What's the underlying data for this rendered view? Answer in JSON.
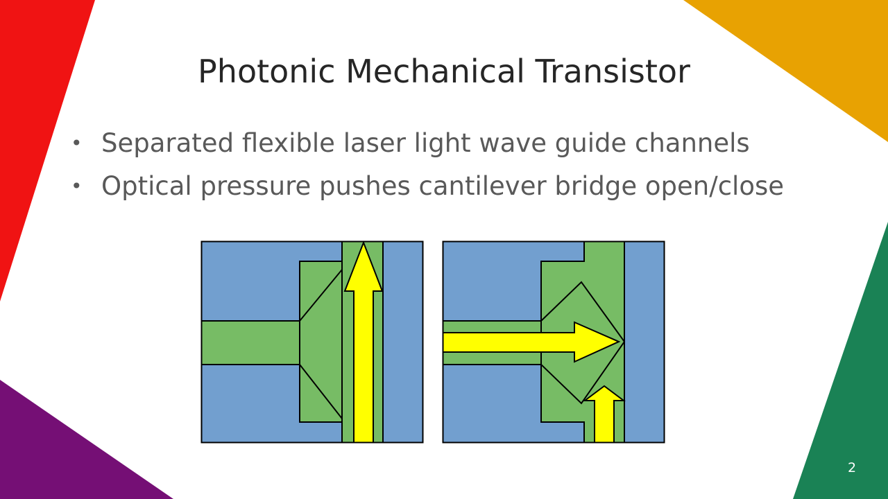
{
  "slide": {
    "title": "Photonic Mechanical Transistor",
    "bullets": [
      "Separated flexible laser light wave guide channels",
      "Optical pressure pushes cantilever bridge open/close"
    ],
    "page_number": "2"
  },
  "colors": {
    "deco_red": "#f01313",
    "deco_orange": "#e8a202",
    "deco_purple": "#750f75",
    "deco_green": "#1a8255",
    "waveguide_blue": "#729fcf",
    "channel_green": "#77bc65",
    "light_yellow": "#ffff00",
    "title_text": "#262626",
    "body_text": "#595959"
  },
  "diagram": {
    "panels": [
      "closed-state",
      "open-state"
    ]
  }
}
